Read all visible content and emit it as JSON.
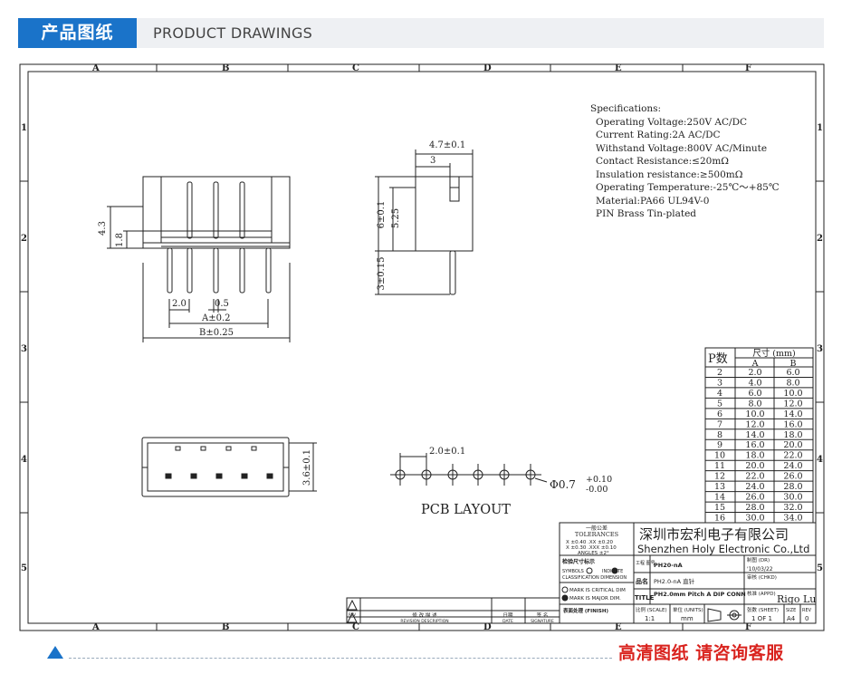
{
  "header": {
    "title_cn": "产品图纸",
    "title_en": "PRODUCT DRAWINGS"
  },
  "grid": {
    "columns": [
      "A",
      "B",
      "C",
      "D",
      "E",
      "F"
    ],
    "rows": [
      "1",
      "2",
      "3",
      "4",
      "5"
    ]
  },
  "specs": {
    "title": "Specifications:",
    "lines": [
      "Operating Voltage:250V AC/DC",
      "Current Rating:2A AC/DC",
      "Withstand Voltage:800V AC/Minute",
      "Contact Resistance:≤20mΩ",
      "Insulation resistance:≥500mΩ",
      "Operating Temperature:-25℃～+85℃",
      "Material:PA66 UL94V-0",
      "PIN Brass Tin-plated"
    ]
  },
  "dims": {
    "front_h1": "4.3",
    "front_h2": "1.8",
    "pitch": "2.0",
    "pin_w": "0.5",
    "dim_a": "A±0.2",
    "dim_b": "B±0.25",
    "side_w_total": "4.7±0.1",
    "side_w_inner": "3",
    "side_h_total": "6±0.1",
    "side_h_body": "5.25",
    "side_pin": "3±0.15",
    "bottom_h": "3.6±0.1",
    "pcb_pitch": "2.0±0.1",
    "hole_dia": "Φ0.7",
    "hole_tol_plus": "+0.10",
    "hole_tol_minus": "-0.00",
    "pcb_label": "PCB LAYOUT"
  },
  "size_table": {
    "col_p": "P数",
    "col_size": "尺寸 (mm)",
    "col_a": "A",
    "col_b": "B",
    "rows": [
      [
        "2",
        "2.0",
        "6.0"
      ],
      [
        "3",
        "4.0",
        "8.0"
      ],
      [
        "4",
        "6.0",
        "10.0"
      ],
      [
        "5",
        "8.0",
        "12.0"
      ],
      [
        "6",
        "10.0",
        "14.0"
      ],
      [
        "7",
        "12.0",
        "16.0"
      ],
      [
        "8",
        "14.0",
        "18.0"
      ],
      [
        "9",
        "16.0",
        "20.0"
      ],
      [
        "10",
        "18.0",
        "22.0"
      ],
      [
        "11",
        "20.0",
        "24.0"
      ],
      [
        "12",
        "22.0",
        "26.0"
      ],
      [
        "13",
        "24.0",
        "28.0"
      ],
      [
        "14",
        "26.0",
        "30.0"
      ],
      [
        "15",
        "28.0",
        "32.0"
      ],
      [
        "16",
        "30.0",
        "34.0"
      ]
    ]
  },
  "title_block": {
    "tol_cn": "一般公差",
    "tol_en": "TOLERANCES",
    "tol_line1": "X ±0.40   .XX ±0.20",
    "tol_line2": "X ±0.30   .XXX ±0.10",
    "tol_line3": "ANGLES    ±2°",
    "company_cn": "深圳市宏利电子有限公司",
    "company_en": "Shenzhen Holy Electronic Co.,Ltd",
    "inspect_cn": "检验尺寸标示",
    "symbols": "SYMBOLS",
    "indicate": "INDICATE",
    "class_dim": "CLASSIFICATION DIMENSION",
    "part_no_label": "工程 图号",
    "part_no": "PH20-nA",
    "drawn_label": "制图 (DR)",
    "date": "'10/03/22",
    "checked_label": "审核 (CHKD)",
    "name_label": "品名",
    "name_value": "PH2.0-nA 直针",
    "critical": "MARK IS CRITICAL DIM",
    "major": "MARK IS MAJOR DIM.",
    "title_label": "TITLE",
    "title_value": "PH2.0mm Pitch A DIP CONN",
    "approved_label": "核准 (APPD)",
    "approved_value": "Rigo Lu",
    "finish_label": "表面处理 (FINISH)",
    "scale_label": "比例 (SCALE)",
    "scale_value": "1:1",
    "unit_label": "单位 (UNITS)",
    "unit_value": "mm",
    "sheet_label": "张数 (SHEET)",
    "sheet_value": "1 OF 1",
    "size_label": "SIZE",
    "size_value": "A4",
    "rev_label": "REV",
    "rev_value": "0",
    "rev_rev": "REV",
    "rev_desc_cn": "修 改 描 述",
    "rev_desc_en": "REVISION DESCRIPTION",
    "rev_date_cn": "日期",
    "rev_date_en": "DATE",
    "rev_sign_cn": "签 名",
    "rev_sign_en": "SIGNATURE"
  },
  "footer": {
    "text": "高清图纸 请咨询客服"
  }
}
